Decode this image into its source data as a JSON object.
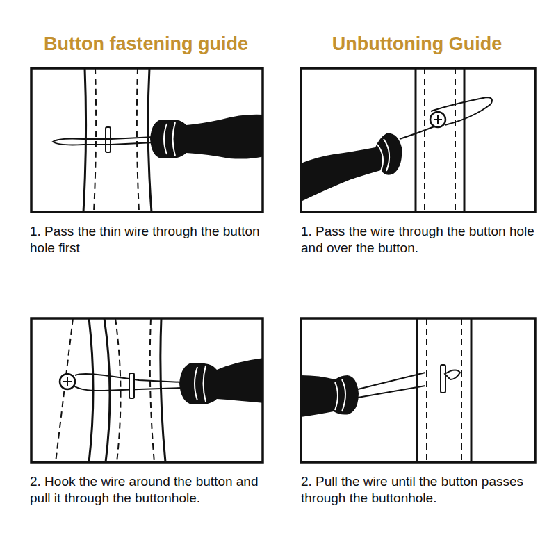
{
  "diagram": {
    "labels": [
      "Button fastening guide",
      "Unbuttoning Guide",
      "1. Pass the thin wire through the button hole first",
      "2. Hook the wire around the button and pull it through the buttonhole.",
      "1. Pass the wire through the button hole and over the button.",
      "2. Pull the wire until the button passes through the buttonhole."
    ]
  }
}
